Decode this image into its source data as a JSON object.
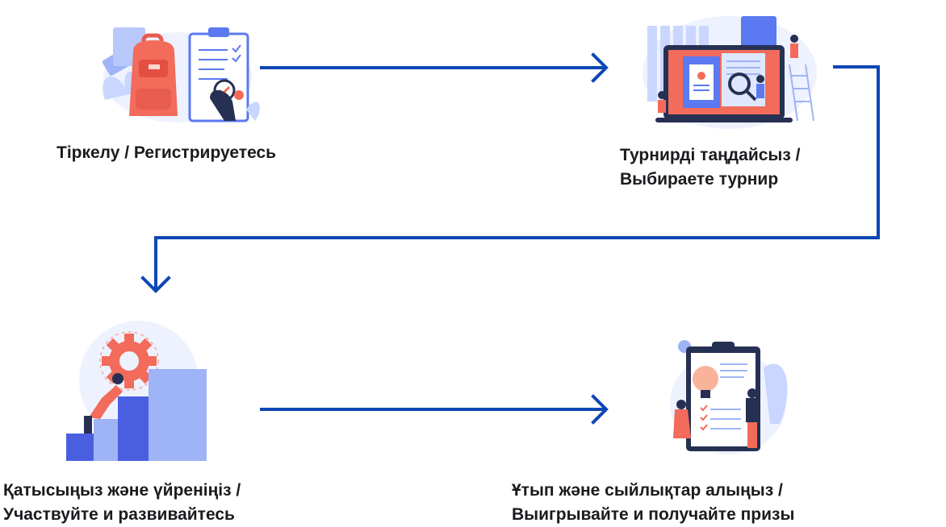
{
  "steps": [
    {
      "lines": [
        "Тіркелу / Регистрируетесь"
      ]
    },
    {
      "lines": [
        "Турнирді таңдайсыз /",
        "Выбираете турнир"
      ]
    },
    {
      "lines": [
        "Қатысыңыз және үйреніңіз /",
        "Участвуйте и развивайтесь"
      ]
    },
    {
      "lines": [
        "Ұтып және сыйлықтар алыңыз /",
        "Выигрывайте и получайте призы"
      ]
    }
  ],
  "colors": {
    "arrow": "#0d47b5",
    "text": "#1b1b1f",
    "accent_red": "#f26b5b",
    "accent_blue": "#5b79f0",
    "light_blue": "#dfe7ff"
  },
  "icons": [
    "backpack-checklist-illustration",
    "laptop-documents-illustration",
    "gear-stairs-illustration",
    "clipboard-lightbulb-illustration"
  ]
}
